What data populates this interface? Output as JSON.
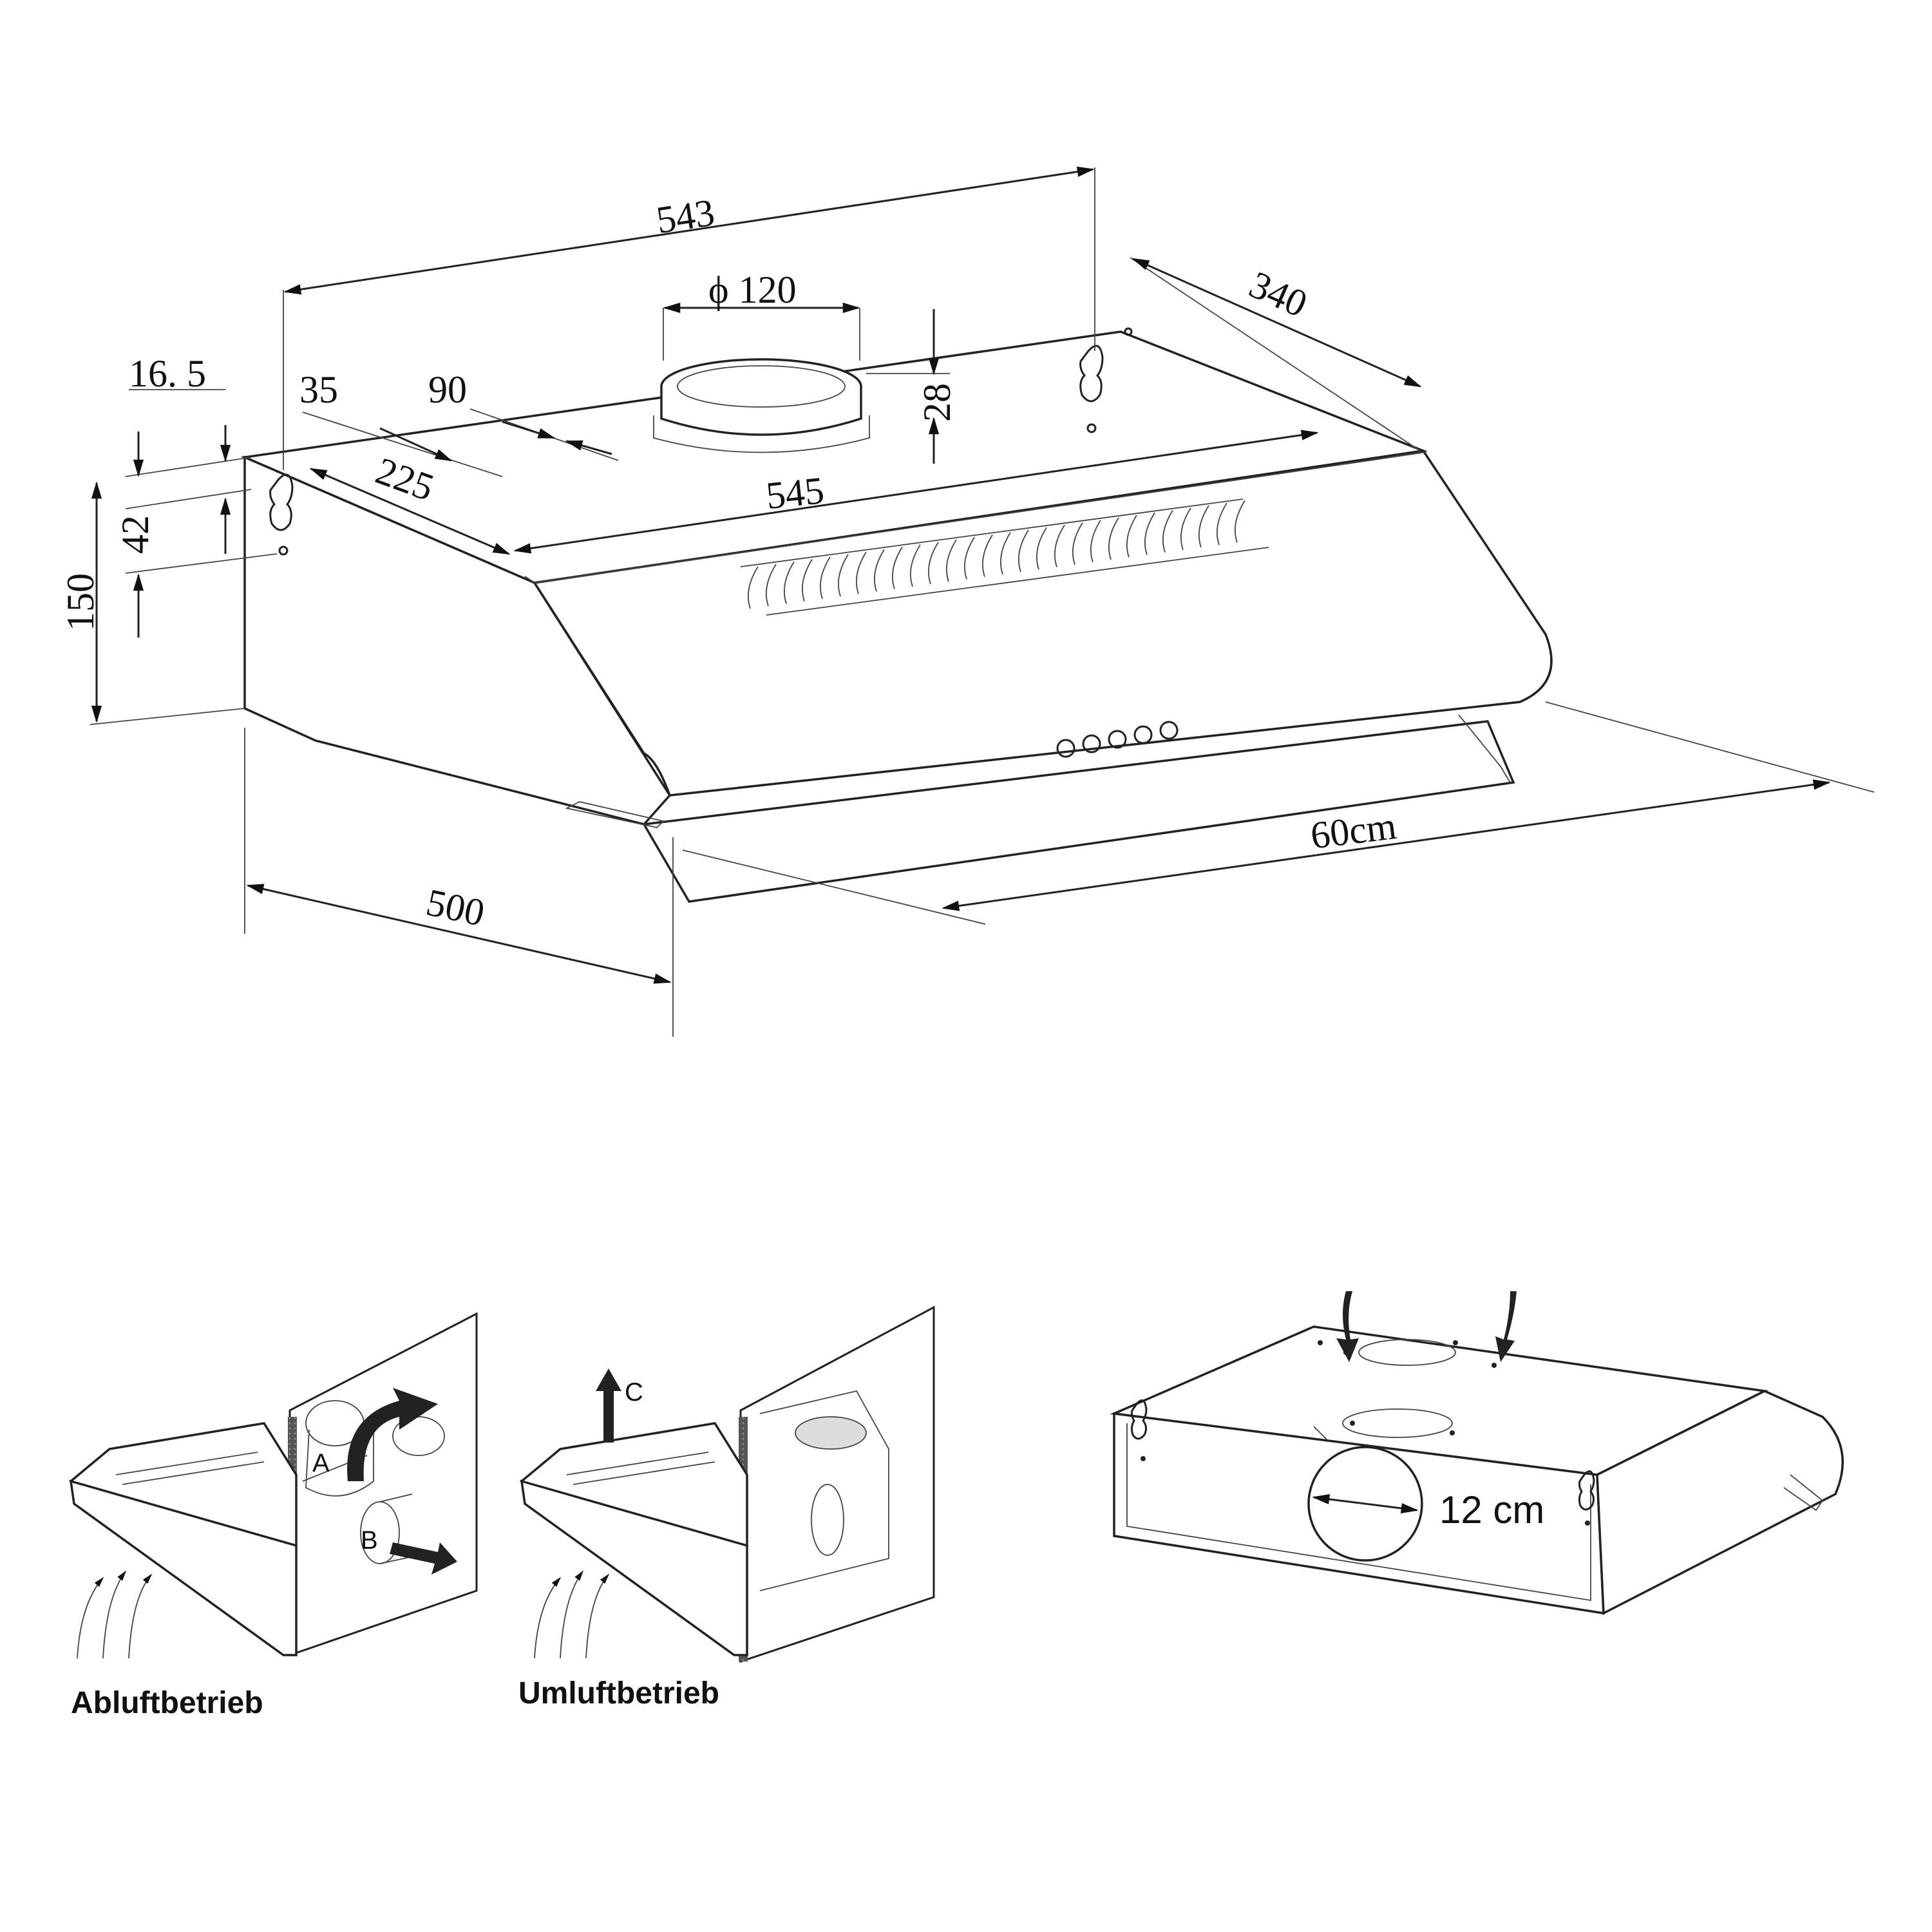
{
  "dimensions": {
    "d543": "543",
    "d340": "340",
    "d120": "ϕ 120",
    "d28": "28",
    "d165": "16. 5",
    "d35": "35",
    "d90": "90",
    "d225": "225",
    "d545": "545",
    "d42": "42",
    "d150": "150",
    "d500": "500",
    "d60cm": "60cm"
  },
  "modes": {
    "exhaust": {
      "label": "Abluftbetrieb",
      "letter_a": "A",
      "letter_b": "B"
    },
    "recirc": {
      "label": "Umluftbetrieb",
      "letter_c": "C"
    }
  },
  "duct": {
    "diameter_label": "12 cm"
  }
}
